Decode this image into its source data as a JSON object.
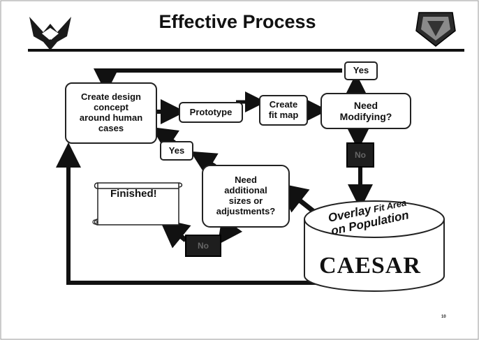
{
  "slide": {
    "title": "Effective Process",
    "page_number": "10"
  },
  "nodes": {
    "create_design": "Create design\nconcept\naround human\ncases",
    "prototype": "Prototype",
    "create_fit_map": "Create\nfit map",
    "need_modifying": "Need\nModifying?",
    "yes_top": "Yes",
    "yes_mid": "Yes",
    "no_top": "No",
    "no_bottom": "No",
    "need_additional": "Need\nadditional\nsizes or\nadjustments?",
    "finished": "Finished!",
    "overlay_line1": "Overlay",
    "overlay_line1b": "Fit Area",
    "overlay_line2": "on Population",
    "caesar": "CAESAR"
  }
}
